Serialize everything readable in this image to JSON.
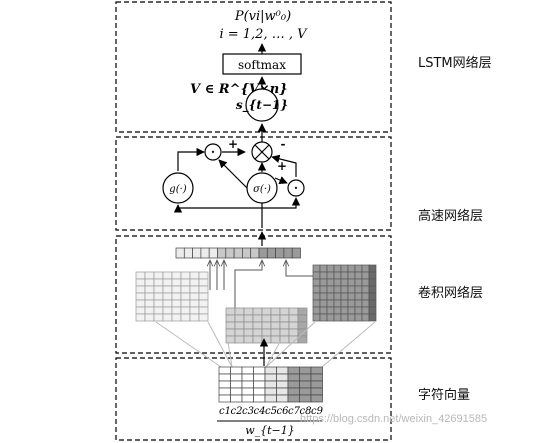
{
  "labels": {
    "lstm": "LSTM网络层",
    "highway": "高速网络层",
    "conv": "卷积网络层",
    "char": "字符向量"
  },
  "formula": {
    "prob": "P(vi|w⁰₀)",
    "index": "i = 1,2, … , V",
    "softmax": "softmax",
    "vmatrix": "V ∈ R^{V×n}",
    "state": "s_{t−1}"
  },
  "highway": {
    "g": "g(·)",
    "sigma": "σ(·)",
    "dot": "·",
    "cross": "⊗",
    "plus": "+",
    "minus": "-"
  },
  "chars": [
    "c1",
    "c2",
    "c3",
    "c4",
    "c5",
    "c6",
    "c7",
    "c8",
    "c9"
  ],
  "word": "w_{t−1}",
  "watermark": "https://blog.csdn.net/weixin_42691585"
}
